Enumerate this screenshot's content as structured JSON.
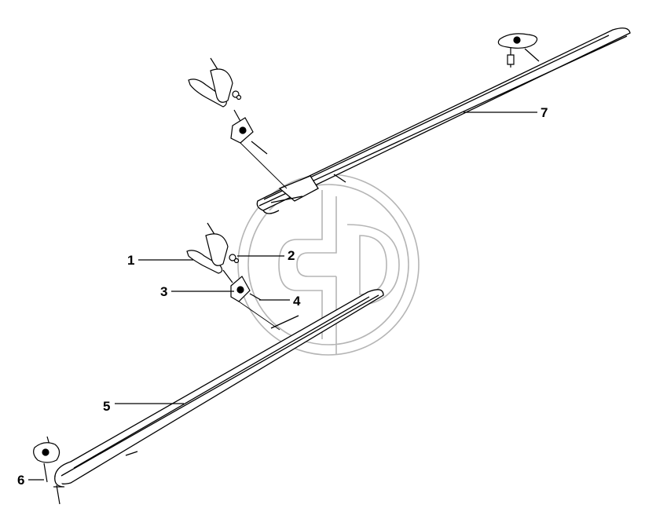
{
  "diagram": {
    "callouts": [
      {
        "id": "1",
        "label": "1"
      },
      {
        "id": "2",
        "label": "2"
      },
      {
        "id": "3",
        "label": "3"
      },
      {
        "id": "4",
        "label": "4"
      },
      {
        "id": "5",
        "label": "5"
      },
      {
        "id": "6",
        "label": "6"
      },
      {
        "id": "7",
        "label": "7"
      }
    ],
    "watermark": {
      "name": "gd-logo-watermark",
      "color": "#b0b0b0"
    },
    "colors": {
      "line": "#000000",
      "background": "#ffffff",
      "fill": "#ffffff"
    }
  }
}
